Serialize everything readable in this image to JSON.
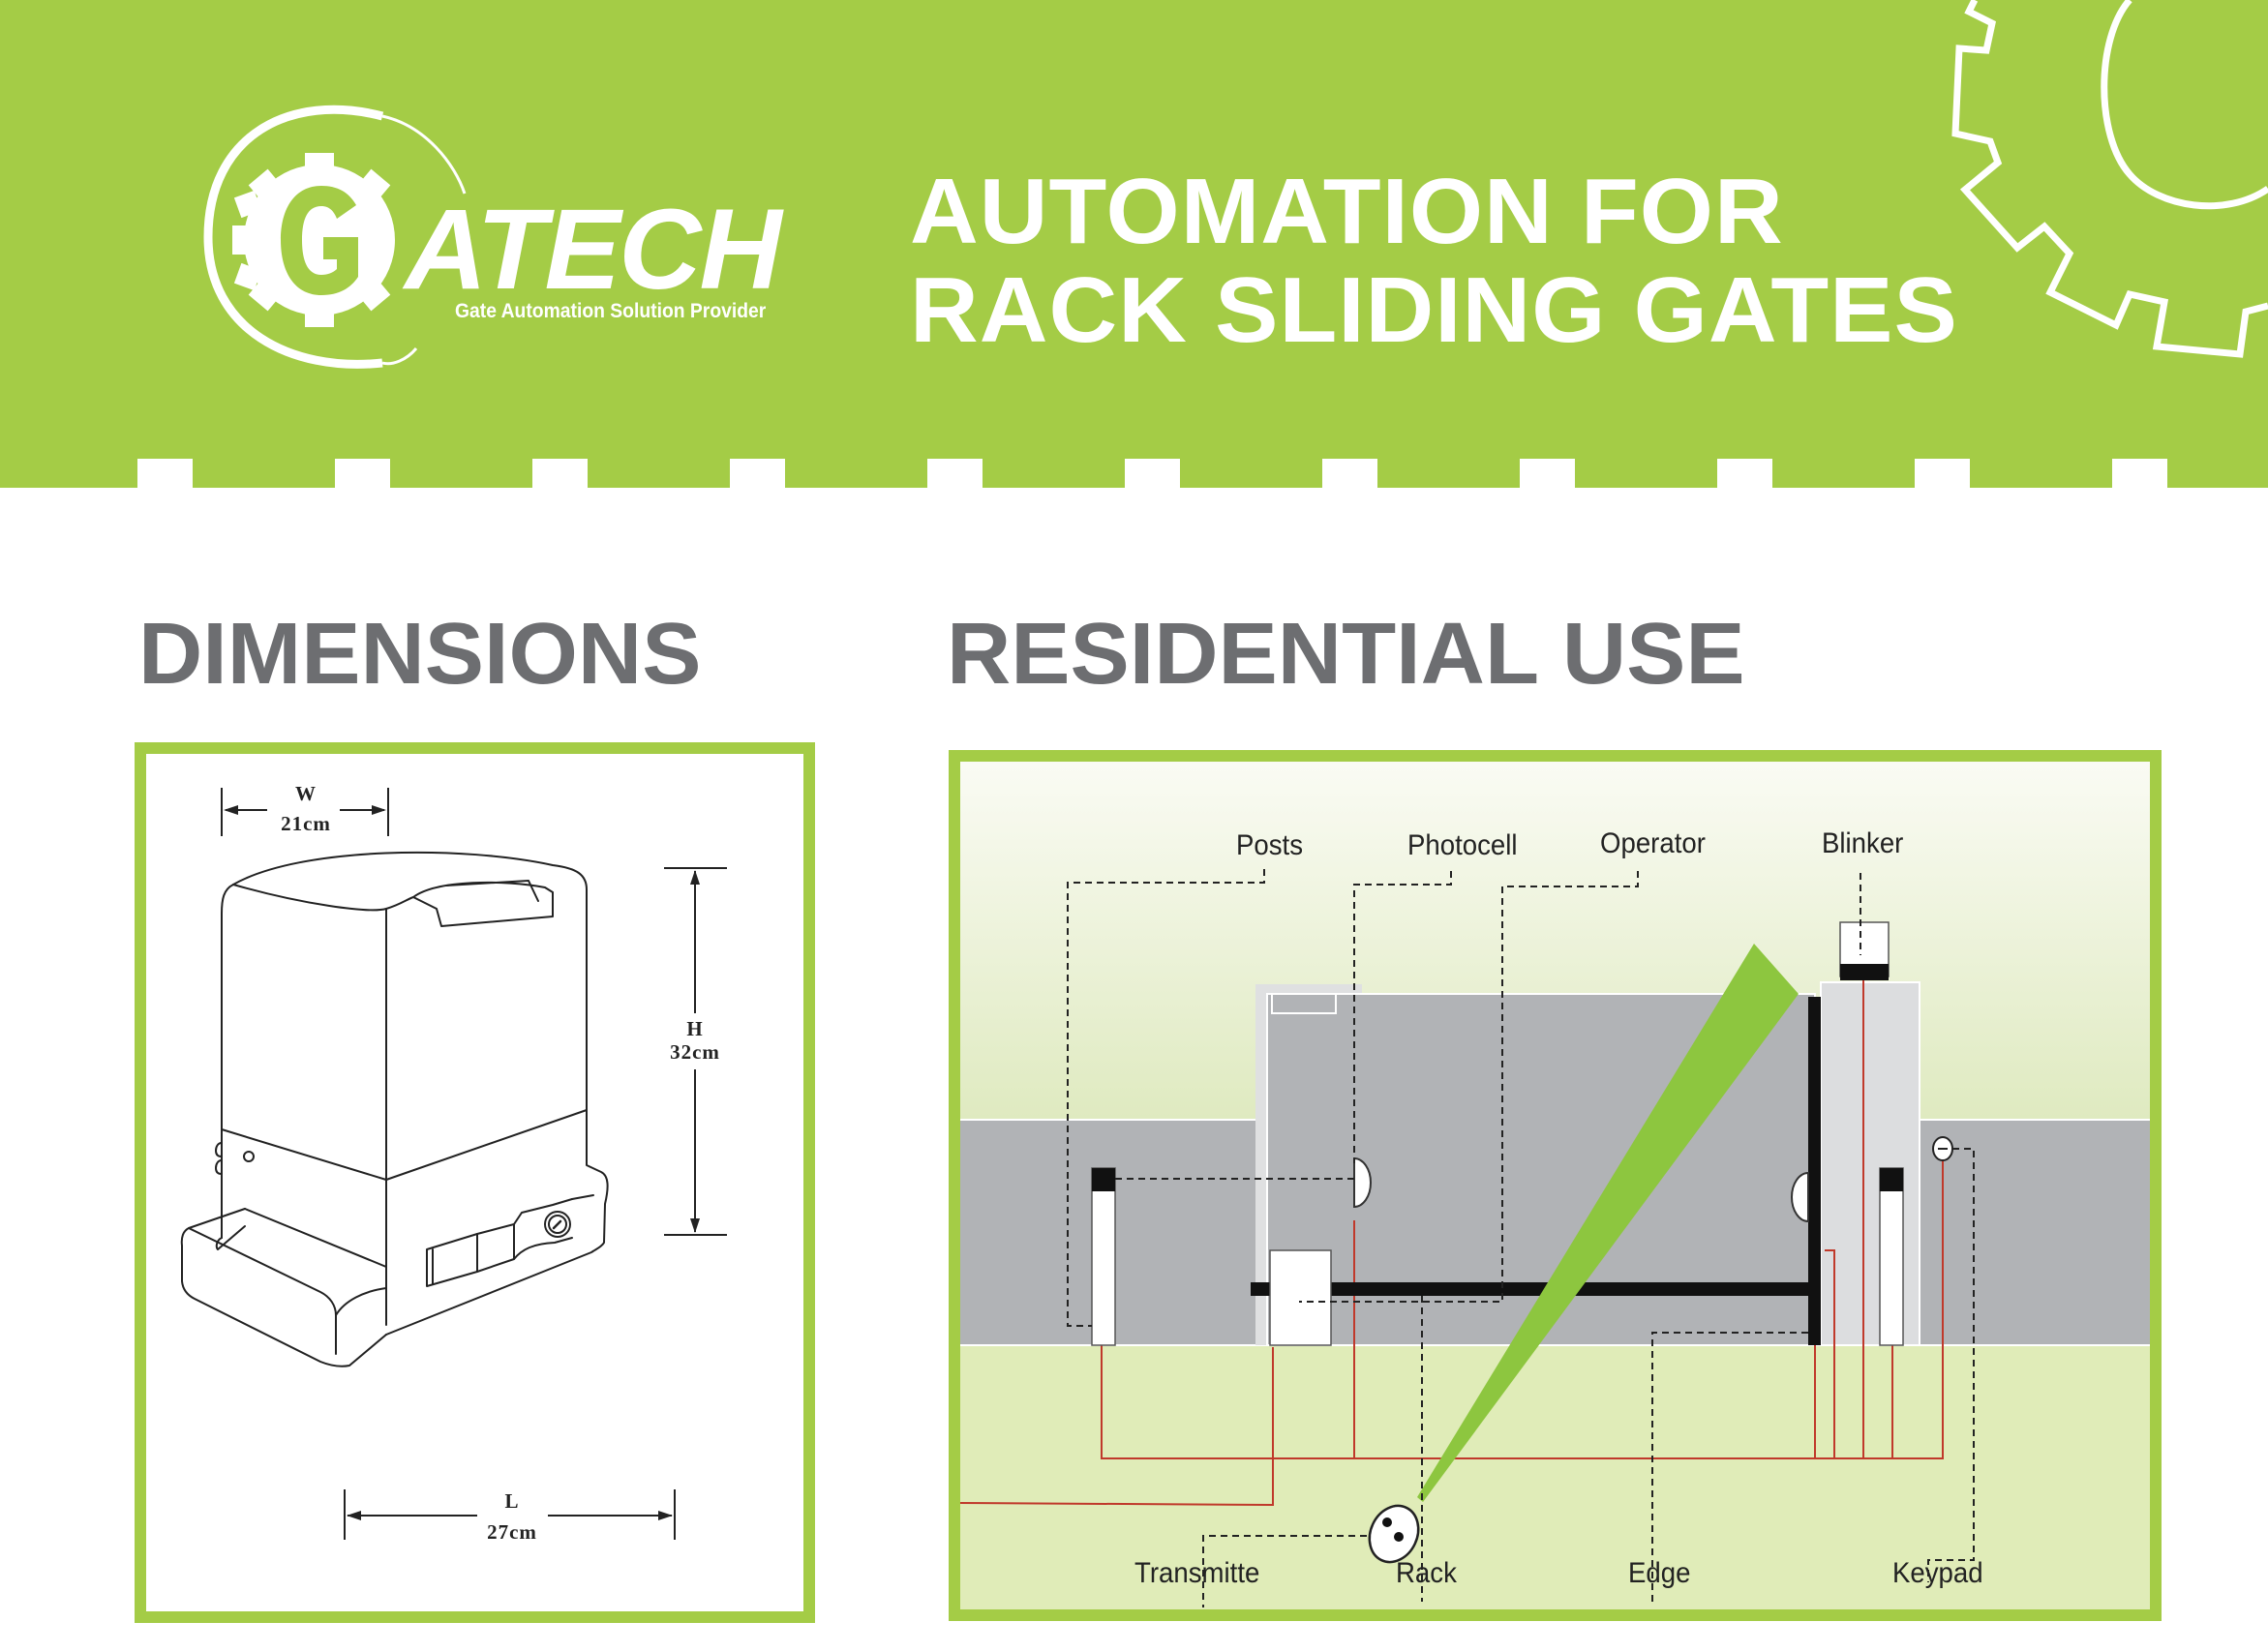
{
  "brand": {
    "name": "GATECH",
    "name_rest": "ATECH",
    "tagline": "Gate Automation Solution Provider",
    "colors": {
      "brand_green": "#a4cc46",
      "heading_gray": "#6d6e71",
      "diagram_ground": "#e0ecb8",
      "diagram_wall": "#b1b3b6",
      "wire_red": "#c0392b",
      "beam_green": "#8dc63f"
    }
  },
  "header": {
    "title_line1": "AUTOMATION FOR",
    "title_line2": "RACK SLIDING GATES"
  },
  "sections": {
    "dimensions": {
      "heading": "DIMENSIONS",
      "width_letter": "W",
      "width_value": "21cm",
      "height_letter": "H",
      "height_value": "32cm",
      "length_letter": "L",
      "length_value": "27cm"
    },
    "residential": {
      "heading": "RESIDENTIAL USE",
      "labels": {
        "posts": "Posts",
        "photocell": "Photocell",
        "operator": "Operator",
        "blinker": "Blinker",
        "transmitter": "Transmitte",
        "rack": "Rack",
        "edge": "Edge",
        "keypad": "Keypad"
      }
    }
  }
}
